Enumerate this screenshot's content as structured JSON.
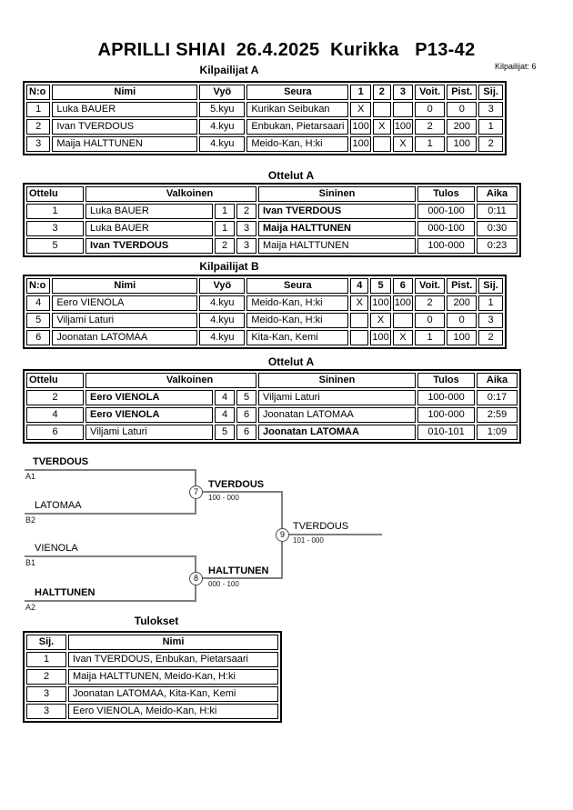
{
  "page": {
    "title": "APRILLI SHIAI  26.4.2025  Kurikka   P13-42",
    "note": "Kilpailijat: 6"
  },
  "pool_a": {
    "title": "Kilpailijat A",
    "headers": {
      "no": "N:o",
      "name": "Nimi",
      "belt": "Vyö",
      "club": "Seura",
      "m1": "1",
      "m2": "2",
      "m3": "3",
      "wins": "Voit.",
      "points": "Pist.",
      "place": "Sij."
    },
    "rows": [
      {
        "no": "1",
        "name": "Luka BAUER",
        "belt": "5.kyu",
        "club": "Kurikan Seibukan",
        "c1": "X",
        "c2": "",
        "c3": "",
        "wins": "0",
        "points": "0",
        "place": "3"
      },
      {
        "no": "2",
        "name": "Ivan TVERDOUS",
        "belt": "4.kyu",
        "club": "Enbukan, Pietarsaari",
        "c1": "100",
        "c2": "X",
        "c3": "100",
        "wins": "2",
        "points": "200",
        "place": "1"
      },
      {
        "no": "3",
        "name": "Maija HALTTUNEN",
        "belt": "4.kyu",
        "club": "Meido-Kan, H:ki",
        "c1": "100",
        "c2": "",
        "c3": "X",
        "wins": "1",
        "points": "100",
        "place": "2"
      }
    ]
  },
  "matches_a": {
    "title": "Ottelut A",
    "headers": {
      "match": "Ottelu",
      "white": "Valkoinen",
      "blue": "Sininen",
      "result": "Tulos",
      "time": "Aika"
    },
    "rows": [
      {
        "match": "1",
        "white": "Luka BAUER",
        "wn": "1",
        "bn": "2",
        "blue": "Ivan TVERDOUS",
        "winner": "blue",
        "result": "000-100",
        "time": "0:11"
      },
      {
        "match": "3",
        "white": "Luka BAUER",
        "wn": "1",
        "bn": "3",
        "blue": "Maija HALTTUNEN",
        "winner": "blue",
        "result": "000-100",
        "time": "0:30"
      },
      {
        "match": "5",
        "white": "Ivan TVERDOUS",
        "wn": "2",
        "bn": "3",
        "blue": "Maija HALTTUNEN",
        "winner": "white",
        "result": "100-000",
        "time": "0:23"
      }
    ]
  },
  "pool_b": {
    "title": "Kilpailijat B",
    "headers": {
      "no": "N:o",
      "name": "Nimi",
      "belt": "Vyö",
      "club": "Seura",
      "m1": "4",
      "m2": "5",
      "m3": "6",
      "wins": "Voit.",
      "points": "Pist.",
      "place": "Sij."
    },
    "rows": [
      {
        "no": "4",
        "name": "Eero VIENOLA",
        "belt": "4.kyu",
        "club": "Meido-Kan, H:ki",
        "c1": "X",
        "c2": "100",
        "c3": "100",
        "wins": "2",
        "points": "200",
        "place": "1"
      },
      {
        "no": "5",
        "name": "Viljami Laturi",
        "belt": "4.kyu",
        "club": "Meido-Kan, H:ki",
        "c1": "",
        "c2": "X",
        "c3": "",
        "wins": "0",
        "points": "0",
        "place": "3"
      },
      {
        "no": "6",
        "name": "Joonatan LATOMAA",
        "belt": "4.kyu",
        "club": "Kita-Kan, Kemi",
        "c1": "",
        "c2": "100",
        "c3": "X",
        "wins": "1",
        "points": "100",
        "place": "2"
      }
    ]
  },
  "matches_b": {
    "title": "Ottelut A",
    "headers": {
      "match": "Ottelu",
      "white": "Valkoinen",
      "blue": "Sininen",
      "result": "Tulos",
      "time": "Aika"
    },
    "rows": [
      {
        "match": "2",
        "white": "Eero VIENOLA",
        "wn": "4",
        "bn": "5",
        "blue": "Viljami Laturi",
        "winner": "white",
        "result": "100-000",
        "time": "0:17"
      },
      {
        "match": "4",
        "white": "Eero VIENOLA",
        "wn": "4",
        "bn": "6",
        "blue": "Joonatan LATOMAA",
        "winner": "white",
        "result": "100-000",
        "time": "2:59"
      },
      {
        "match": "6",
        "white": "Viljami Laturi",
        "wn": "5",
        "bn": "6",
        "blue": "Joonatan LATOMAA",
        "winner": "blue",
        "result": "010-101",
        "time": "1:09"
      }
    ]
  },
  "bracket": {
    "entries": [
      {
        "name": "TVERDOUS",
        "seed": "A1",
        "bold": true
      },
      {
        "name": "LATOMAA",
        "seed": "B2",
        "bold": false
      },
      {
        "name": "VIENOLA",
        "seed": "B1",
        "bold": false
      },
      {
        "name": "HALTTUNEN",
        "seed": "A2",
        "bold": true
      }
    ],
    "matches": [
      {
        "number": "7",
        "winner": "TVERDOUS",
        "score": "100 - 000",
        "bold": true
      },
      {
        "number": "8",
        "winner": "HALTTUNEN",
        "score": "000 - 100",
        "bold": true
      },
      {
        "number": "9",
        "winner": "TVERDOUS",
        "score": "101 - 000",
        "bold": false
      }
    ]
  },
  "results": {
    "title": "Tulokset",
    "headers": {
      "place": "Sij.",
      "name": "Nimi"
    },
    "rows": [
      {
        "place": "1",
        "name": "Ivan TVERDOUS, Enbukan, Pietarsaari"
      },
      {
        "place": "2",
        "name": "Maija HALTTUNEN, Meido-Kan, H:ki"
      },
      {
        "place": "3",
        "name": "Joonatan LATOMAA, Kita-Kan, Kemi"
      },
      {
        "place": "3",
        "name": "Eero VIENOLA, Meido-Kan, H:ki"
      }
    ]
  }
}
